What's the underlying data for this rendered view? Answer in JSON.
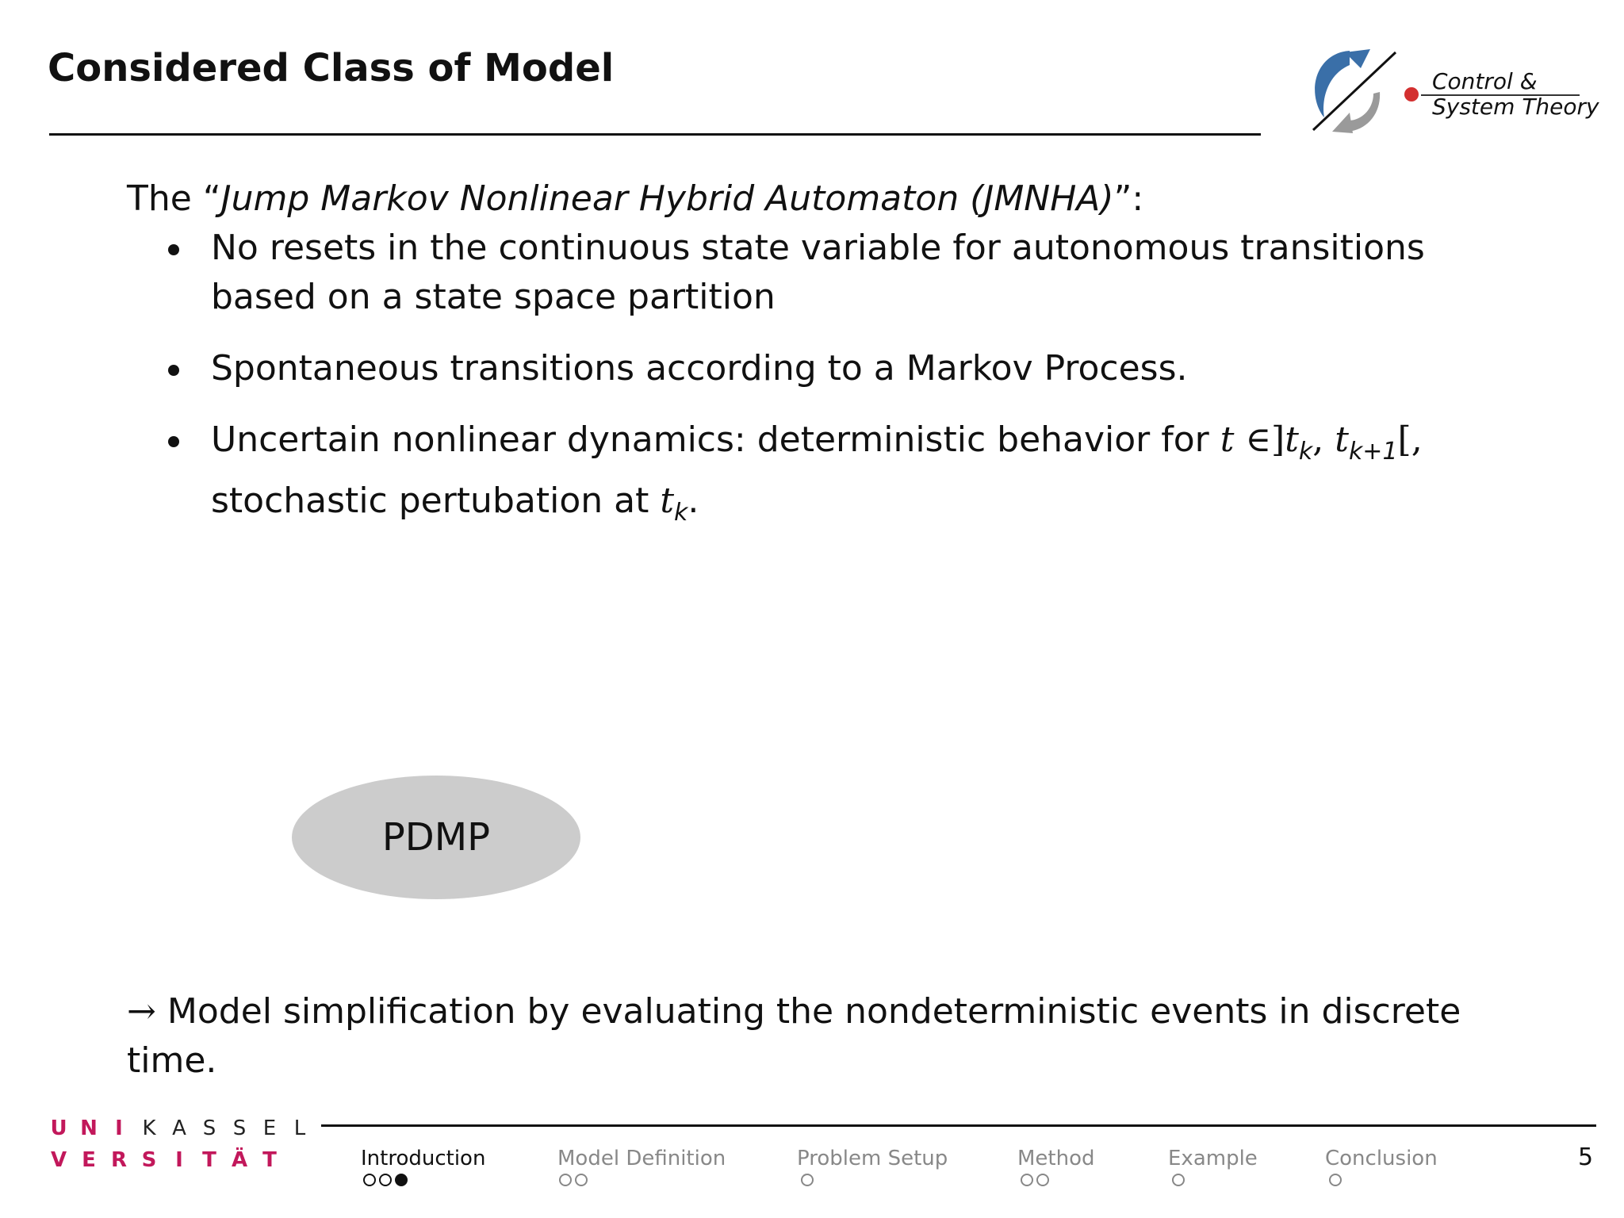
{
  "slide": {
    "title": "Considered Class of Model",
    "logo": {
      "line1": "Control &",
      "line2": "System Theory",
      "colors": {
        "blue": "#3a6fa8",
        "gray": "#9a9a9a",
        "red": "#d32f2f"
      }
    },
    "intro": {
      "prefix": "The “",
      "emph": "Jump Markov Nonlinear Hybrid Automaton (JMNHA)",
      "suffix": "”:"
    },
    "bullets": [
      {
        "text": "No resets in the continuous state variable for autonomous transitions based on a state space partition"
      },
      {
        "text": "Spontaneous transitions according to a Markov Process."
      },
      {
        "text": "Uncertain nonlinear dynamics: deterministic behavior for",
        "math_t": "t",
        "math_in": "∈]",
        "math_tk": "t",
        "sub_k": "k",
        "comma": ",",
        "math_tk1": "t",
        "sub_k1": "k+1",
        "bracket_end": "[,",
        "line2": "stochastic pertubation at",
        "math_tk_end": "t",
        "sub_k_end": "k",
        "period": "."
      }
    ],
    "ellipse_label": "PDMP",
    "conclusion": {
      "arrow": "→",
      "text": "Model simplification by evaluating the nondeterministic events in discrete time."
    }
  },
  "footer": {
    "university": {
      "row1": [
        "U",
        "N",
        "I",
        "K",
        "A",
        "S",
        "S",
        "E",
        "L"
      ],
      "row2": [
        "V",
        "E",
        "R",
        "S",
        "I",
        "T",
        "Ä",
        "T"
      ],
      "colors": {
        "red": "#c2185b"
      }
    },
    "nav": [
      {
        "label": "Introduction",
        "dots": 3,
        "filled_index": 2,
        "active": true
      },
      {
        "label": "Model Definition",
        "dots": 2,
        "filled_index": -1,
        "active": false
      },
      {
        "label": "Problem Setup",
        "dots": 1,
        "filled_index": -1,
        "active": false
      },
      {
        "label": "Method",
        "dots": 2,
        "filled_index": -1,
        "active": false
      },
      {
        "label": "Example",
        "dots": 1,
        "filled_index": -1,
        "active": false
      },
      {
        "label": "Conclusion",
        "dots": 1,
        "filled_index": -1,
        "active": false
      }
    ],
    "page_number": "5"
  }
}
